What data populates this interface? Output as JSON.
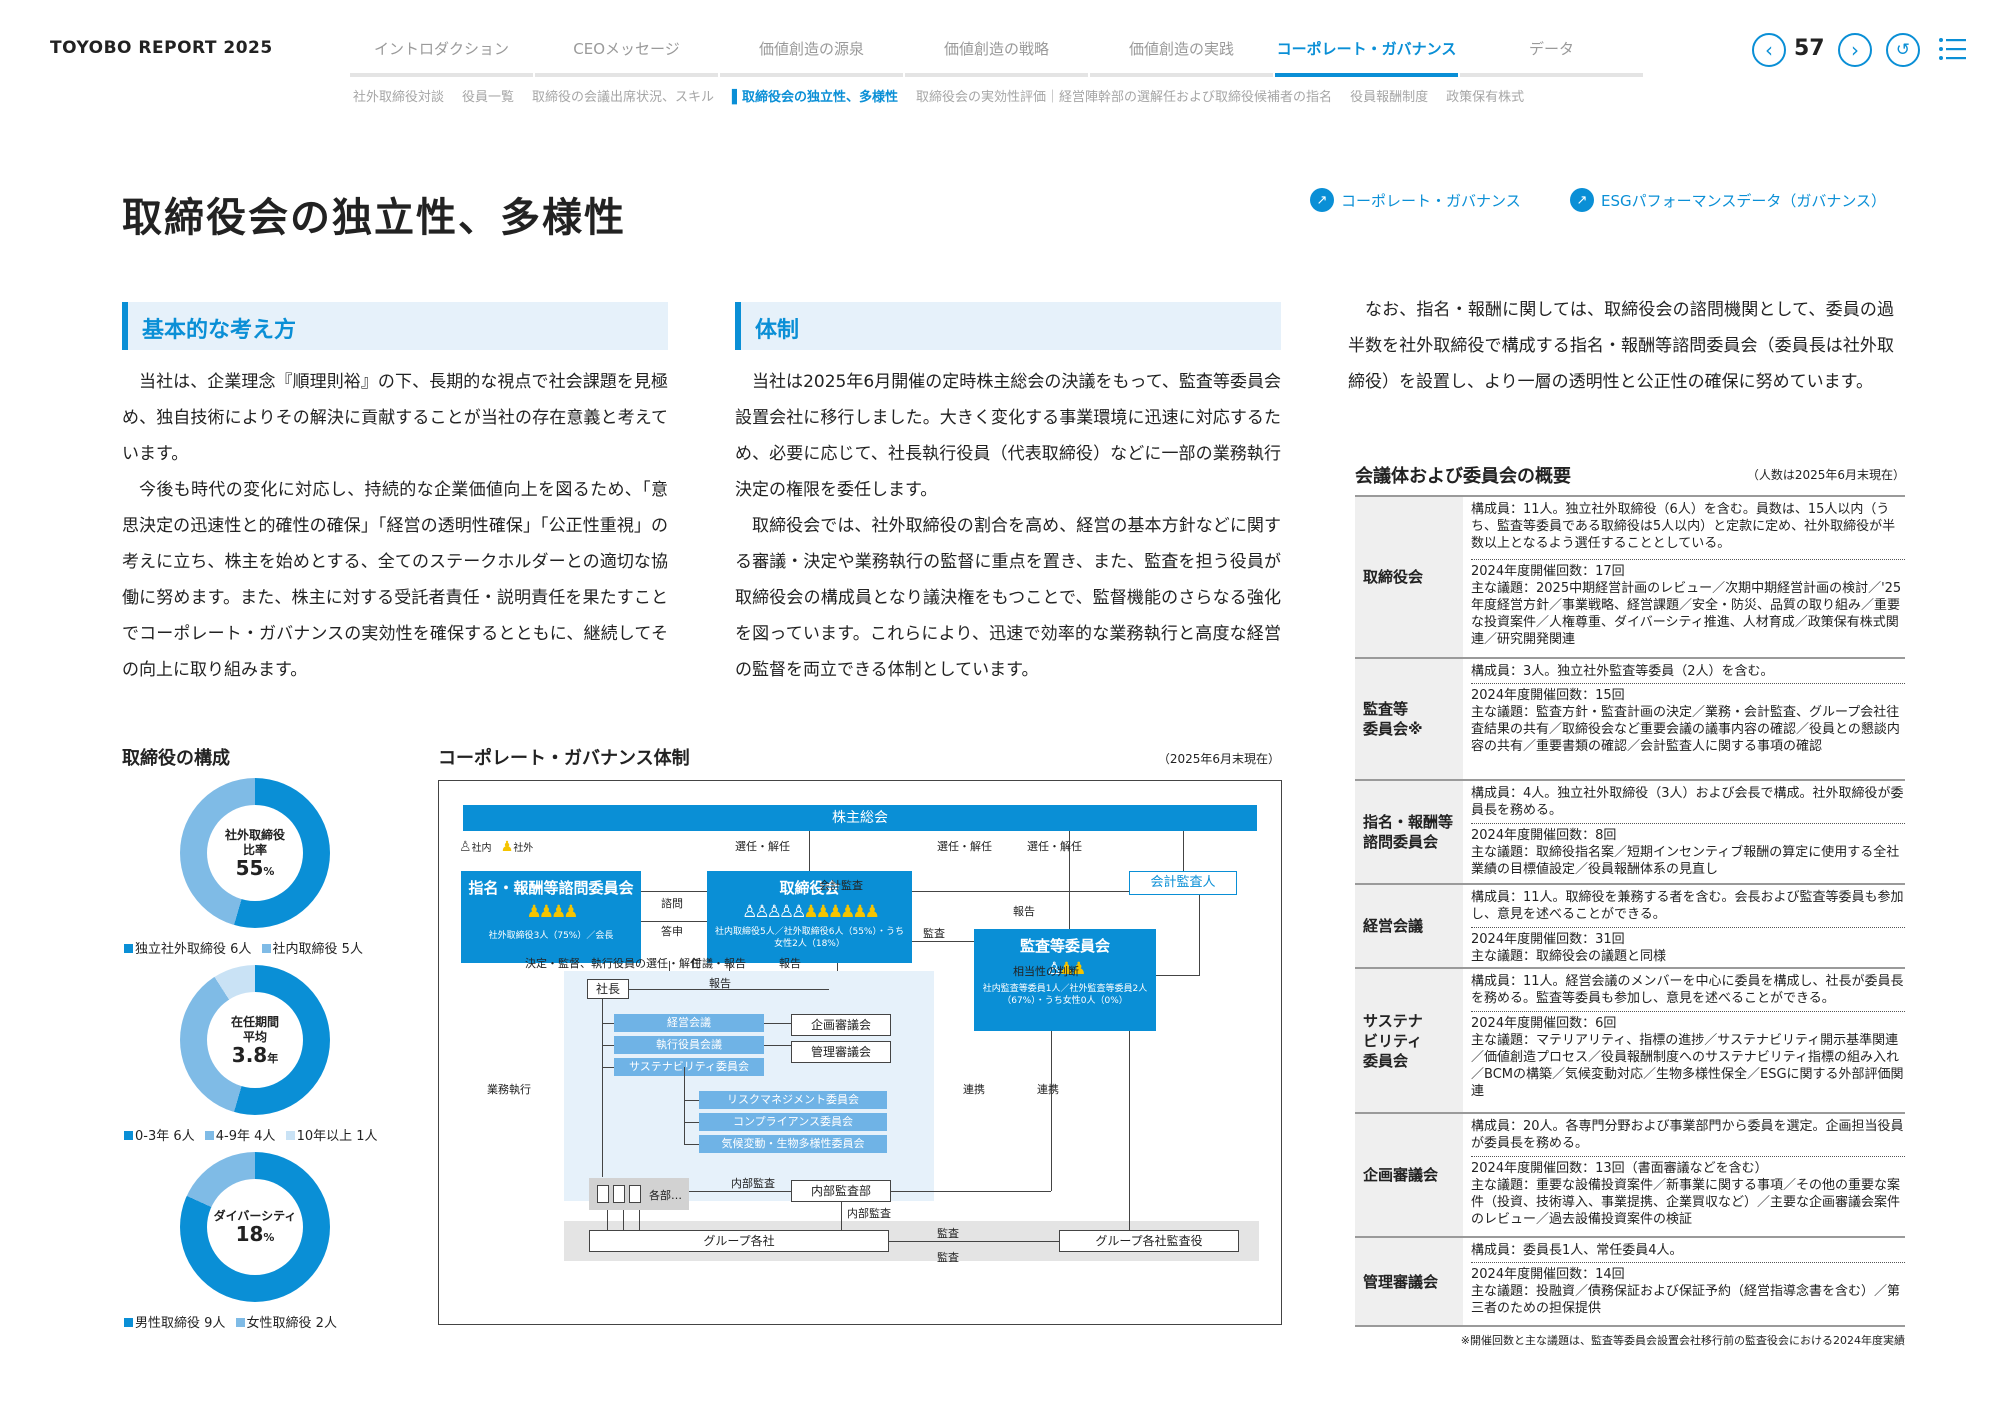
{
  "header": {
    "brand": "TOYOBO REPORT 2025",
    "nav": [
      "イントロダクション",
      "CEOメッセージ",
      "価値創造の源泉",
      "価値創造の戦略",
      "価値創造の実践",
      "コーポレート・ガバナンス",
      "データ"
    ],
    "subnav": [
      "社外取締役対談",
      "役員一覧",
      "取締役の会議出席状況、スキル",
      "▌取締役会の独立性、多様性",
      "取締役会の実効性評価｜経営陣幹部の選解任および取締役候補者の指名",
      "役員報酬制度",
      "政策保有株式"
    ],
    "page_number": "57"
  },
  "title": "取締役会の独立性、多様性",
  "links": [
    "コーポレート・ガバナンス",
    "ESGパフォーマンスデータ（ガバナンス）"
  ],
  "section1": {
    "heading": "基本的な考え方",
    "paragraphs": [
      "当社は、企業理念『順理則裕』の下、長期的な視点で社会課題を見極め、独自技術によりその解決に貢献することが当社の存在意義と考えています。",
      "今後も時代の変化に対応し、持続的な企業価値向上を図るため、「意思決定の迅速性と的確性の確保」「経営の透明性確保」「公正性重視」の考えに立ち、株主を始めとする、全てのステークホルダーとの適切な協働に努めます。また、株主に対する受託者責任・説明責任を果たすことでコーポレート・ガバナンスの実効性を確保するとともに、継続してその向上に取り組みます。"
    ]
  },
  "section2": {
    "heading": "体制",
    "paragraphs": [
      "当社は2025年6月開催の定時株主総会の決議をもって、監査等委員会設置会社に移行しました。大きく変化する事業環境に迅速に対応するため、必要に応じて、社長執行役員（代表取締役）などに一部の業務執行決定の権限を委任します。",
      "取締役会では、社外取締役の割合を高め、経営の基本方針などに関する審議・決定や業務執行の監督に重点を置き、また、監査を担う役員が取締役会の構成員となり議決権をもつことで、監督機能のさらなる強化を図っています。これらにより、迅速で効率的な業務執行と高度な経営の監督を両立できる体制としています。"
    ]
  },
  "section3": {
    "paragraph": "なお、指名・報酬に関しては、取締役会の諮問機関として、委員の過半数を社外取締役で構成する指名・報酬等諮問委員会（委員長は社外取締役）を設置し、より一層の透明性と公正性の確保に努めています。"
  },
  "composition": {
    "title": "取締役の構成",
    "charts": [
      {
        "label": "社外取締役\n比率",
        "value": "55",
        "unit": "%",
        "segments": [
          {
            "name": "独立社外取締役",
            "count": "6人",
            "color": "#0a8fd6",
            "share": 0.545
          },
          {
            "name": "社内取締役",
            "count": "5人",
            "color": "#7fbbe6",
            "share": 0.455
          }
        ]
      },
      {
        "label": "在任期間\n平均",
        "value": "3.8",
        "unit": "年",
        "segments": [
          {
            "name": "0-3年",
            "count": "6人",
            "color": "#0a8fd6",
            "share": 0.545
          },
          {
            "name": "4-9年",
            "count": "4人",
            "color": "#7fbbe6",
            "share": 0.364
          },
          {
            "name": "10年以上",
            "count": "1人",
            "color": "#c9e2f5",
            "share": 0.091
          }
        ]
      },
      {
        "label": "ダイバーシティ",
        "value": "18",
        "unit": "%",
        "segments": [
          {
            "name": "男性取締役",
            "count": "9人",
            "color": "#0a8fd6",
            "share": 0.818
          },
          {
            "name": "女性取締役",
            "count": "2人",
            "color": "#7fbbe6",
            "share": 0.182
          }
        ]
      }
    ]
  },
  "diagram": {
    "title": "コーポレート・ガバナンス体制",
    "date": "（2025年6月末現在）",
    "shareholders": "株主総会",
    "legend_in": "社内",
    "legend_out": "社外",
    "nomination": {
      "title": "指名・報酬等諮問委員会",
      "note": "社外取締役3人（75%）／会長"
    },
    "board": {
      "title": "取締役会",
      "note": "社内取締役5人／社外取締役6人（55%）・うち女性2人（18%）"
    },
    "audit_committee": {
      "title": "監査等委員会",
      "note": "社内監査等委員1人／社外監査等委員2人（67%）・うち女性0人（0%）"
    },
    "auditor": "会計監査人",
    "president": "社長",
    "meetings": [
      "経営会議",
      "執行役員会議",
      "サステナビリティ委員会"
    ],
    "councils": [
      "企画審議会",
      "管理審議会"
    ],
    "committees": [
      "リスクマネジメント委員会",
      "コンプライアンス委員会",
      "気候変動・生物多様性委員会"
    ],
    "internal_audit": "内部監査部",
    "departments": "各部…",
    "group": "グループ各社",
    "group_audit": "グループ各社監査役",
    "labels": {
      "elect": "選任・解任",
      "account_audit": "会計監査",
      "consult": "諮問",
      "reply": "答申",
      "audit": "監査",
      "report": "報告",
      "decide": "決定・監督、執行役員の選任・解任",
      "refer": "付議・報告",
      "judge": "相当性の判断",
      "execution": "業務執行",
      "link": "連携",
      "internal": "内部監査"
    }
  },
  "table": {
    "title": "会議体および委員会の概要",
    "note": "（人数は2025年6月末現在）",
    "footnote": "※開催回数と主な議題は、監査等委員会設置会社移行前の監査役会における2024年度実績",
    "rows": [
      {
        "name": "取締役会",
        "members": "構成員：11人。独立社外取締役（6人）を含む。員数は、15人以内（うち、監査等委員である取締役は5人以内）と定款に定め、社外取締役が半数以上となるよう選任することとしている。",
        "meetings": "2024年度開催回数：17回",
        "topics": "主な議題：2025中期経営計画のレビュー／次期中期経営計画の検討／'25年度経営方針／事業戦略、経営課題／安全・防災、品質の取り組み／重要な投資案件／人権尊重、ダイバーシティ推進、人材育成／政策保有株式関連／研究開発関連"
      },
      {
        "name": "監査等\n委員会※",
        "members": "構成員：3人。独立社外監査等委員（2人）を含む。",
        "meetings": "2024年度開催回数：15回",
        "topics": "主な議題：監査方針・監査計画の決定／業務・会計監査、グループ会社往査結果の共有／取締役会など重要会議の議事内容の確認／役員との懇談内容の共有／重要書類の確認／会計監査人に関する事項の確認"
      },
      {
        "name": "指名・報酬等\n諮問委員会",
        "members": "構成員：4人。独立社外取締役（3人）および会長で構成。社外取締役が委員長を務める。",
        "meetings": "2024年度開催回数：8回",
        "topics": "主な議題：取締役指名案／短期インセンティブ報酬の算定に使用する全社業績の目標値設定／役員報酬体系の見直し"
      },
      {
        "name": "経営会議",
        "members": "構成員：11人。取締役を兼務する者を含む。会長および監査等委員も参加し、意見を述べることができる。",
        "meetings": "2024年度開催回数：31回",
        "topics": "主な議題：取締役会の議題と同様"
      },
      {
        "name": "サステナ\nビリティ\n委員会",
        "members": "構成員：11人。経営会議のメンバーを中心に委員を構成し、社長が委員長を務める。監査等委員も参加し、意見を述べることができる。",
        "meetings": "2024年度開催回数：6回",
        "topics": "主な議題：マテリアリティ、指標の進捗／サステナビリティ開示基準関連／価値創造プロセス／役員報酬制度へのサステナビリティ指標の組み入れ／BCMの構築／気候変動対応／生物多様性保全／ESGに関する外部評価関連"
      },
      {
        "name": "企画審議会",
        "members": "構成員：20人。各専門分野および事業部門から委員を選定。企画担当役員が委員長を務める。",
        "meetings": "2024年度開催回数：13回（書面審議などを含む）",
        "topics": "主な議題：重要な設備投資案件／新事業に関する事項／その他の重要な案件（投資、技術導入、事業提携、企業買収など）／主要な企画審議会案件のレビュー／過去設備投資案件の検証"
      },
      {
        "name": "管理審議会",
        "members": "構成員：委員長1人、常任委員4人。",
        "meetings": "2024年度開催回数：14回",
        "topics": "主な議題：投融資／債務保証および保証予約（経営指導念書を含む）／第三者のための担保提供"
      }
    ]
  },
  "colors": {
    "accent": "#0a8fd6",
    "light": "#7fbbe6",
    "pale": "#c9e2f5"
  }
}
